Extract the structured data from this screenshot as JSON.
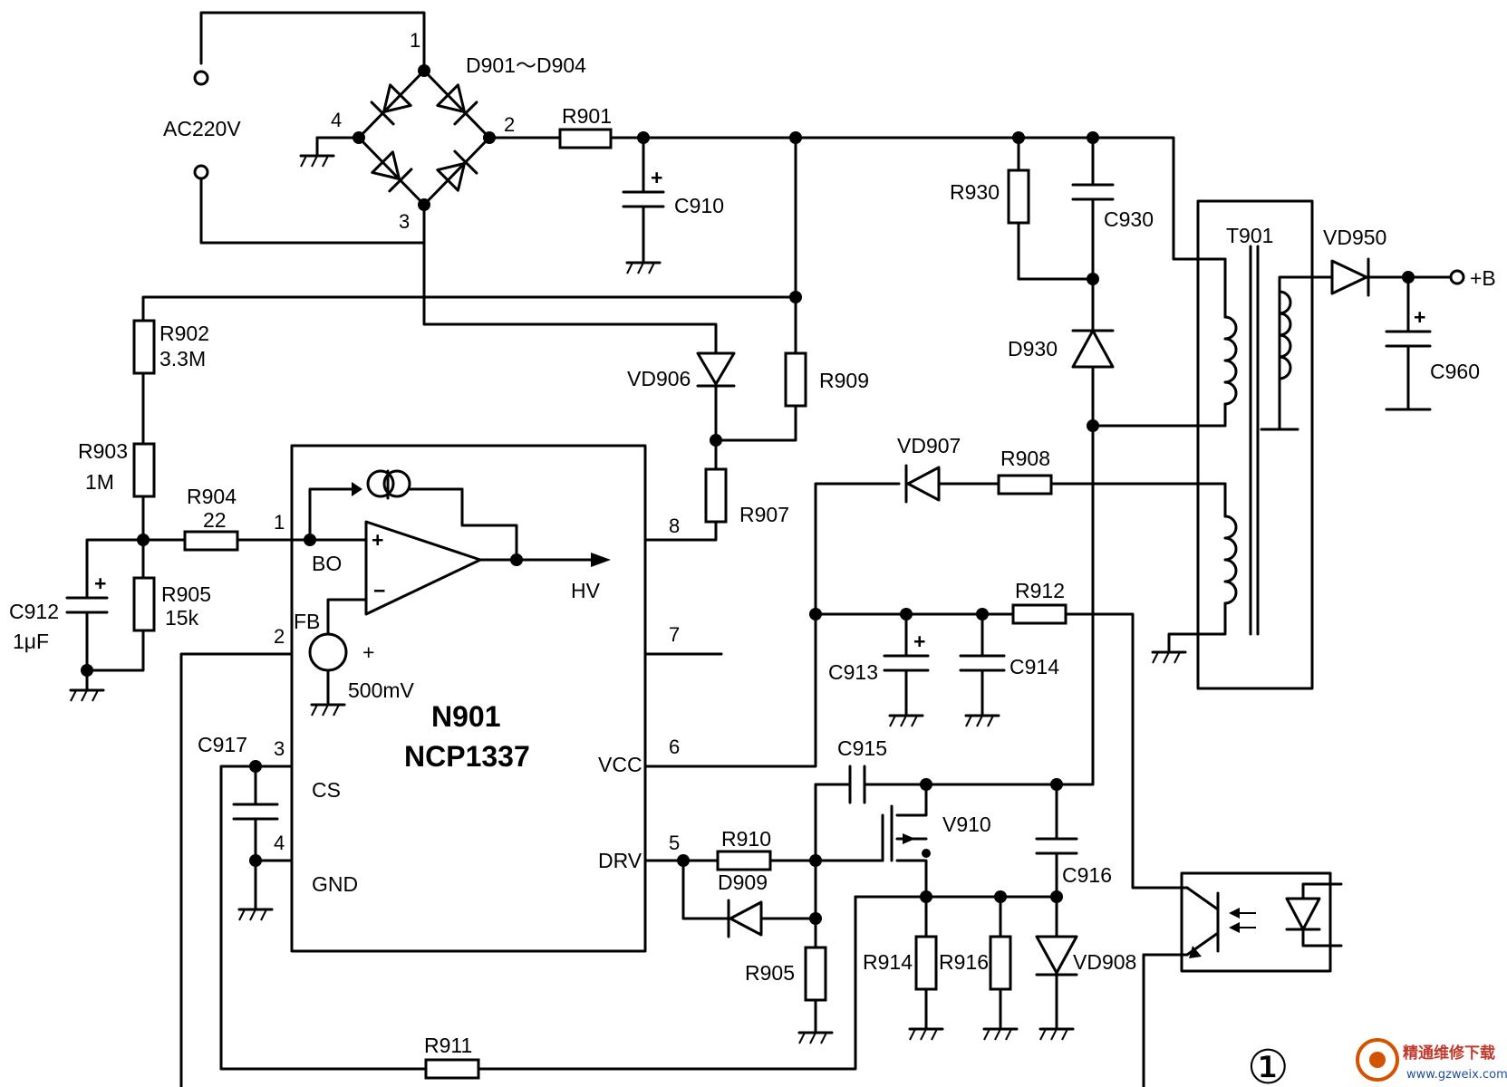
{
  "labels": {
    "ac": "AC220V",
    "bridge": "D901～D904",
    "r901": "R901",
    "c910": "C910",
    "r930": "R930",
    "c930": "C930",
    "t901": "T901",
    "vd950": "VD950",
    "plus_b": "+B",
    "c960": "C960",
    "d930": "D930",
    "r902": "R902",
    "r902_val": "3.3M",
    "vd906": "VD906",
    "r909": "R909",
    "r903": "R903",
    "r903_val": "1M",
    "r904": "R904",
    "r904_val": "22",
    "vd907": "VD907",
    "r908": "R908",
    "r907": "R907",
    "bo": "BO",
    "hv": "HV",
    "c912": "C912",
    "c912_val": "1μF",
    "r905a": "R905",
    "r905a_val": "15k",
    "fb": "FB",
    "fb_plus": "+",
    "fb_v": "500mV",
    "r912": "R912",
    "c913": "C913",
    "c914": "C914",
    "ic_ref": "N901",
    "ic_part": "NCP1337",
    "c917": "C917",
    "cs": "CS",
    "gnd": "GND",
    "vcc": "VCC",
    "drv": "DRV",
    "c915": "C915",
    "v910": "V910",
    "c916": "C916",
    "r910": "R910",
    "d909": "D909",
    "r905b": "R905",
    "r914": "R914",
    "r916": "R916",
    "vd908": "VD908",
    "r911": "R911",
    "fig": "①",
    "watermark": "精通维修下载",
    "watermark_url": "www.gzweix.com"
  },
  "pins": {
    "b1": "1",
    "b2": "2",
    "b3": "3",
    "b4": "4",
    "p1": "1",
    "p2": "2",
    "p3": "3",
    "p4": "4",
    "p5": "5",
    "p6": "6",
    "p7": "7",
    "p8": "8"
  }
}
